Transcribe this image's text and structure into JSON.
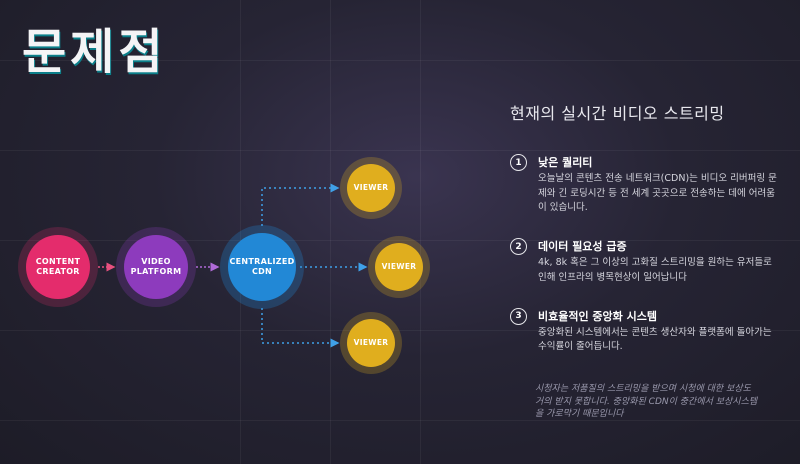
{
  "title": "문제점",
  "flow": {
    "nodes": [
      {
        "id": "creator",
        "label": "CONTENT\nCREATOR",
        "color": "#e42c6c"
      },
      {
        "id": "platform",
        "label": "VIDEO\nPLATFORM",
        "color": "#8d3bbd"
      },
      {
        "id": "cdn",
        "label": "CENTRALIZED\nCDN",
        "color": "#2288d6"
      },
      {
        "id": "viewer1",
        "label": "VIEWER",
        "color": "#e0ae1e"
      },
      {
        "id": "viewer2",
        "label": "VIEWER",
        "color": "#e0ae1e"
      },
      {
        "id": "viewer3",
        "label": "VIEWER",
        "color": "#e0ae1e"
      }
    ]
  },
  "panel": {
    "heading": "현재의 실시간 비디오 스트리밍",
    "items": [
      {
        "num": "1",
        "title": "낮은 퀄리티",
        "body": "오늘날의 콘텐츠 전송 네트워크(CDN)는 비디오 리버퍼링 문제와 긴 로딩시간 등 전 세계 곳곳으로 전송하는 데에 어려움이 있습니다."
      },
      {
        "num": "2",
        "title": "데이터 필요성 급증",
        "body": "4k, 8k 혹은 그 이상의 고화질 스트리밍을 원하는 유저들로 인해 인프라의 병목현상이 일어납니다"
      },
      {
        "num": "3",
        "title": "비효율적인 중앙화 시스템",
        "body": "중앙화된 시스템에서는 콘텐츠 생산자와 플랫폼에 돌아가는 수익률이 줄어듭니다."
      }
    ],
    "note": "시청자는 저품질의 스트리밍을 받으며 시청에 대한 보상도 거의 받지 못합니다. 중앙화된 CDN이 중간에서 보상시스템을 가로막기 때문입니다"
  }
}
